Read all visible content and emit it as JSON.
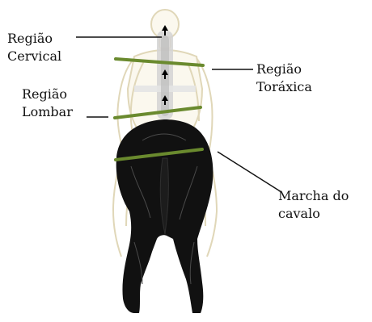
{
  "labels": {
    "cervical": [
      "Região",
      "Cervical"
    ],
    "toracica": [
      "Região",
      "Toráxica"
    ],
    "lombar": [
      "Região",
      "Lombar"
    ],
    "marcha": [
      "Marcha do",
      "cavalo"
    ]
  },
  "colors": {
    "band": "#6a8a2e",
    "horse": "#111111",
    "rider_outline": "#e0d7b8",
    "spine": "#c9c9c9",
    "leader": "#111111",
    "arrow": "#000000"
  },
  "icons": {
    "spine_arrow": "up-arrow-icon"
  }
}
